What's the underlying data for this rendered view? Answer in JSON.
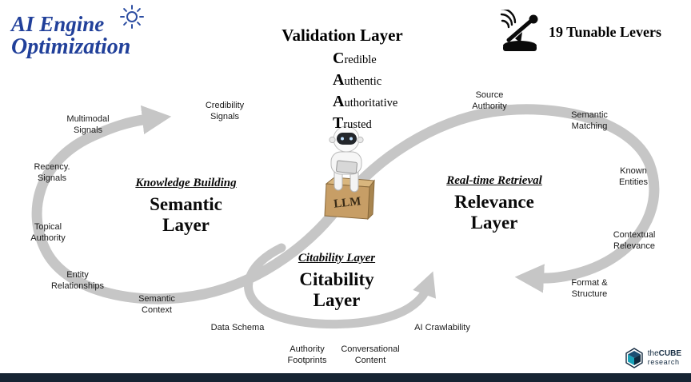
{
  "logo": {
    "line1": "AI Engine",
    "line2": "Optimization"
  },
  "validation": {
    "title": "Validation Layer",
    "items": [
      {
        "initial": "C",
        "rest": "redible"
      },
      {
        "initial": "A",
        "rest": "uthentic"
      },
      {
        "initial": "A",
        "rest": "uthoritative"
      },
      {
        "initial": "T",
        "rest": "rusted"
      }
    ]
  },
  "levers": {
    "label": "19 Tunable Levers"
  },
  "loops": {
    "left": {
      "subtitle": "Knowledge Building",
      "title": "Semantic\nLayer"
    },
    "right": {
      "subtitle": "Real-time Retrieval",
      "title": "Relevance\nLayer"
    },
    "bottom": {
      "subtitle": "Citability Layer",
      "title": "Citability\nLayer"
    }
  },
  "llm_label": "LLM",
  "labels": [
    "Multimodal\nSignals",
    "Recency.\nSignals",
    "Topical\nAuthority",
    "Entity\nRelationships",
    "Semantic\nContext",
    "Credibility\nSignals",
    "Source\nAuthority",
    "Semantic\nMatching",
    "Known\nEntities",
    "Contextual\nRelevance",
    "Format &\nStructure",
    "AI Crawlability",
    "Data Schema",
    "Authority\nFootprints",
    "Conversational\nContent"
  ],
  "footer": {
    "the": "the",
    "cube": "CUBE",
    "research": "research"
  },
  "colors": {
    "logo_blue": "#21409a",
    "loop_gray": "#c6c6c6",
    "bar_navy": "#162433"
  }
}
